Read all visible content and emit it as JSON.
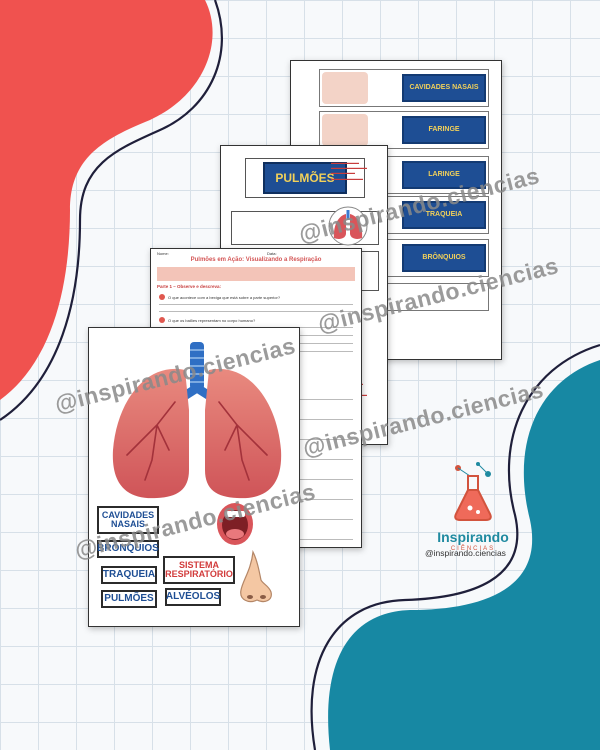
{
  "labels_sheet": {
    "chips": [
      "CAVIDADES NASAIS",
      "FARINGE",
      "LARINGE",
      "TRAQUEIA",
      "BRÔNQUIOS"
    ]
  },
  "pulmoes_sheet": {
    "title": "PULMÕES"
  },
  "worksheet": {
    "name_label": "Nome:",
    "date_label": "Data:",
    "title": "Pulmões em Ação: Visualizando a Respiração",
    "part1": "Parte 1 – Observe e descreva:",
    "q1": "O que acontece com a bexiga que está sobre a parte superior?",
    "q2": "O que os balões representam no corpo humano?"
  },
  "main_sheet": {
    "labels": {
      "cavidades_nasais": "CAVIDADES NASAIS",
      "bronquios": "BRÔNQUIOS",
      "sistema_respiratorio": "SISTEMA RESPIRATÓRIO",
      "traqueia": "TRAQUEIA",
      "pulmoes": "PULMÕES",
      "alveolos": "ALVÉOLOS"
    }
  },
  "watermark": "@inspirando.ciencias",
  "brand": {
    "name": "Inspirando",
    "tagline": "CIÊNCIAS",
    "handle": "@inspirando.ciencias"
  },
  "colors": {
    "coral": "#f0524f",
    "teal": "#1788a3",
    "navy_chip": "#1e4e94",
    "chip_text": "#f2d15a"
  }
}
